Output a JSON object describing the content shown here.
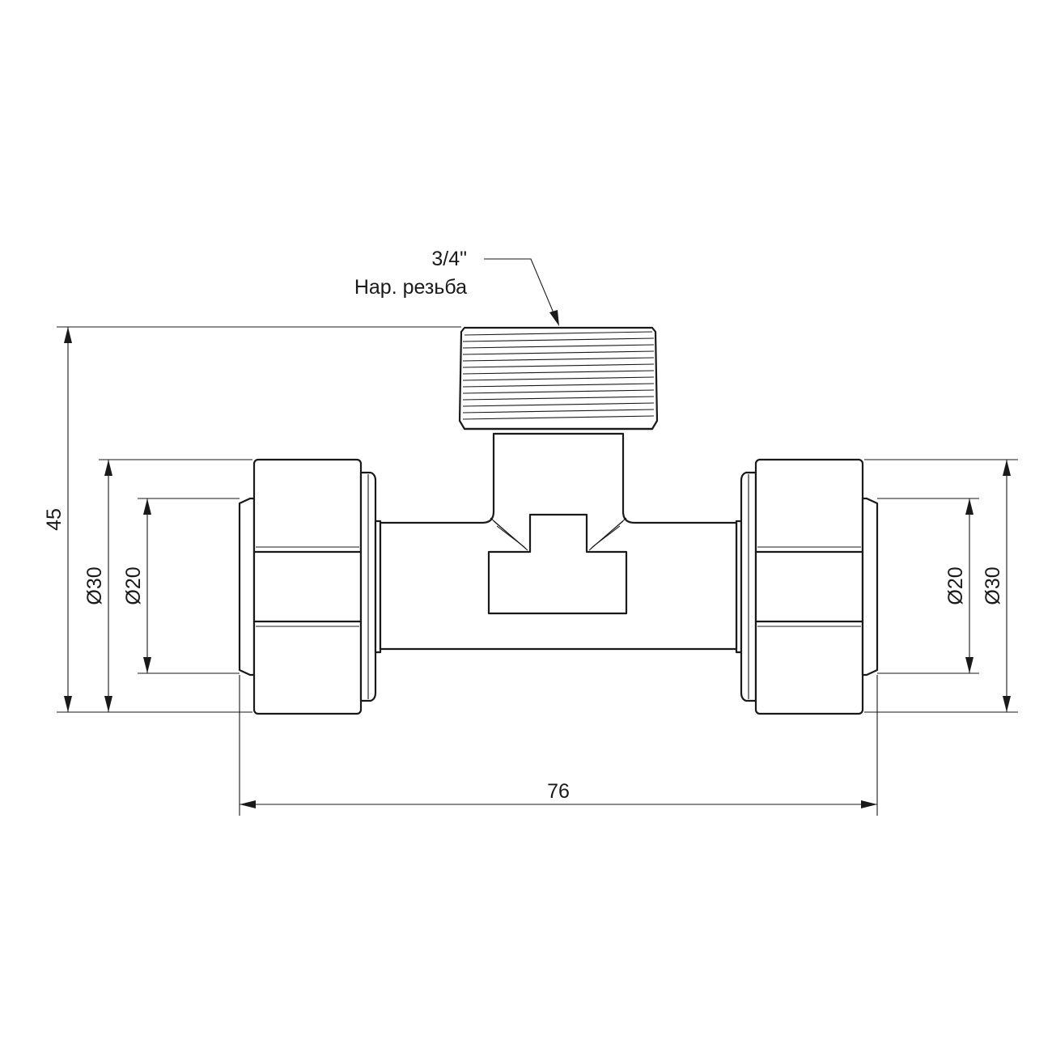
{
  "labels": {
    "thread_size": "3/4\"",
    "thread_type": "Нар. резьба",
    "height": "45",
    "length": "76",
    "left_outer_dia": "Ø30",
    "left_inner_dia": "Ø20",
    "right_inner_dia": "Ø20",
    "right_outer_dia": "Ø30"
  },
  "colors": {
    "line": "#1a1a1a",
    "background": "#ffffff"
  }
}
